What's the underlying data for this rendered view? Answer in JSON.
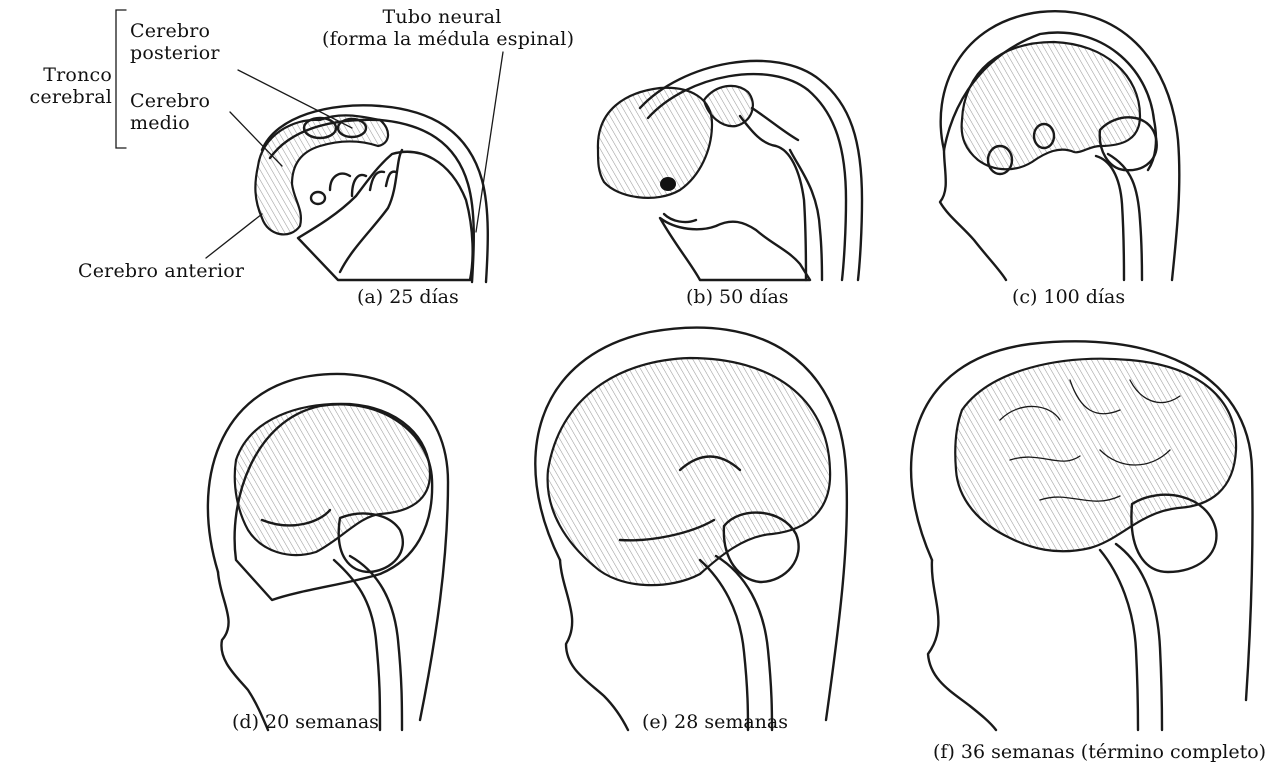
{
  "labels": {
    "tronco_cerebral": [
      "Tronco",
      "cerebral"
    ],
    "cerebro_posterior": [
      "Cerebro",
      "posterior"
    ],
    "cerebro_medio": [
      "Cerebro",
      "medio"
    ],
    "tubo_neural": [
      "Tubo neural",
      "(forma la médula espinal)"
    ],
    "cerebro_anterior": "Cerebro anterior"
  },
  "panels": [
    {
      "caption": "(a)  25 días"
    },
    {
      "caption": "(b)  50 días"
    },
    {
      "caption": "(c)  100 días"
    },
    {
      "caption": "(d)  20 semanas"
    },
    {
      "caption": "(e)  28 semanas"
    },
    {
      "caption": "(f)  36 semanas (término completo)"
    }
  ]
}
